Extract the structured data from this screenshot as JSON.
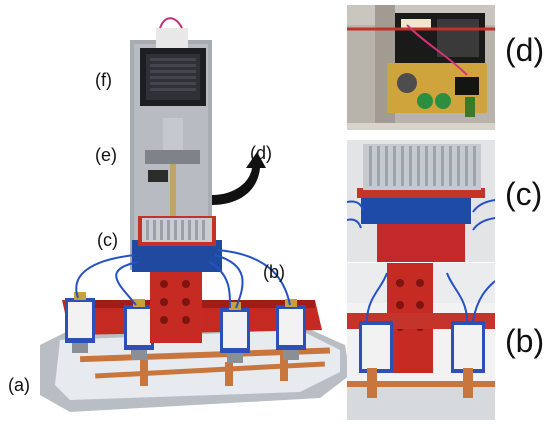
{
  "figure": {
    "labels": {
      "a": "(a)",
      "b_main": "(b)",
      "c_main": "(c)",
      "e": "(e)",
      "f": "(f)",
      "d_main": "(d)",
      "d_side": "(d)",
      "c_side": "(c)",
      "b_side": "(b)"
    }
  }
}
